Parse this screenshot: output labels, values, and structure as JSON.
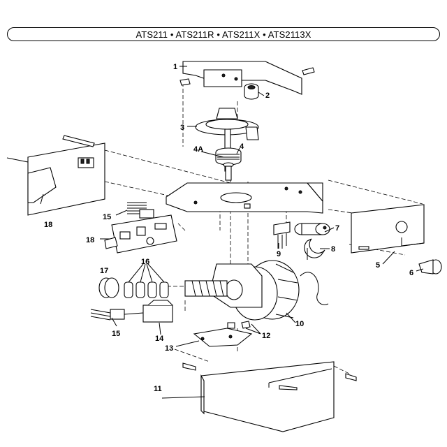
{
  "header": {
    "title": "ATS211 • ATS211R • ATS211X • ATS2113X"
  },
  "callouts": [
    {
      "id": "c1",
      "text": "1"
    },
    {
      "id": "c2",
      "text": "2"
    },
    {
      "id": "c3",
      "text": "3"
    },
    {
      "id": "c4A",
      "text": "4A"
    },
    {
      "id": "c4",
      "text": "4"
    },
    {
      "id": "c5",
      "text": "5"
    },
    {
      "id": "c6",
      "text": "6"
    },
    {
      "id": "c7",
      "text": "7"
    },
    {
      "id": "c8",
      "text": "8"
    },
    {
      "id": "c9",
      "text": "9"
    },
    {
      "id": "c10",
      "text": "10"
    },
    {
      "id": "c11",
      "text": "11"
    },
    {
      "id": "c12",
      "text": "12"
    },
    {
      "id": "c13",
      "text": "13"
    },
    {
      "id": "c14",
      "text": "14"
    },
    {
      "id": "c15a",
      "text": "15"
    },
    {
      "id": "c15b",
      "text": "15"
    },
    {
      "id": "c16",
      "text": "16"
    },
    {
      "id": "c17",
      "text": "17"
    },
    {
      "id": "c18a",
      "text": "18"
    },
    {
      "id": "c18b",
      "text": "18"
    }
  ]
}
